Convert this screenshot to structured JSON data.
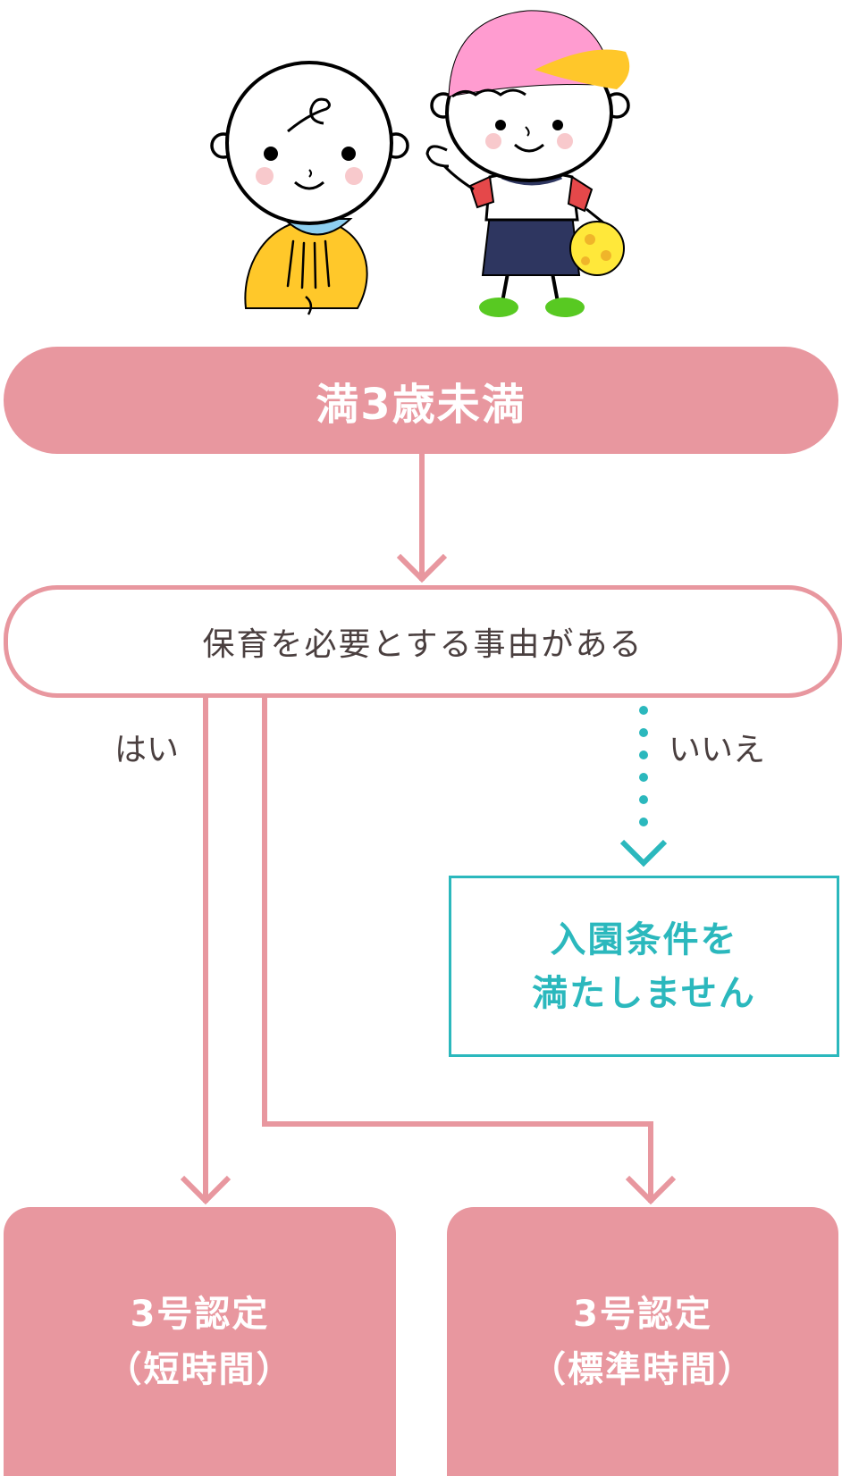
{
  "top": {
    "label": "満3歳未満"
  },
  "question": {
    "label": "保育を必要とする事由がある"
  },
  "answers": {
    "yes": "はい",
    "no": "いいえ"
  },
  "result_no": {
    "line1": "入園条件を",
    "line2": "満たしません"
  },
  "results": [
    {
      "line1": "3号認定",
      "line2": "（短時間）"
    },
    {
      "line1": "3号認定",
      "line2": "（標準時間）"
    }
  ],
  "colors": {
    "pink": "#e8979f",
    "teal": "#2bb8bd",
    "text": "#4a3f3f"
  }
}
